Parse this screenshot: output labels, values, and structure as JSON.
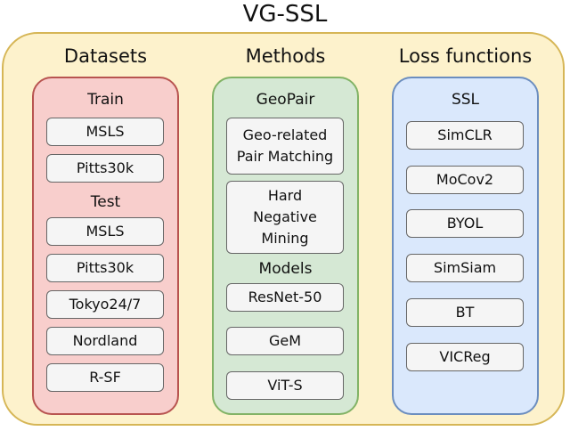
{
  "title": "VG-SSL",
  "columns": {
    "datasets": {
      "heading": "Datasets",
      "train_label": "Train",
      "train": [
        "MSLS",
        "Pitts30k"
      ],
      "test_label": "Test",
      "test": [
        "MSLS",
        "Pitts30k",
        "Tokyo24/7",
        "Nordland",
        "R-SF"
      ]
    },
    "methods": {
      "heading": "Methods",
      "geopair_label": "GeoPair",
      "geopair": [
        "Geo-related\nPair Matching",
        "Hard\nNegative\nMining"
      ],
      "models_label": "Models",
      "models": [
        "ResNet-50",
        "GeM",
        "ViT-S"
      ]
    },
    "loss": {
      "heading": "Loss functions",
      "ssl_label": "SSL",
      "ssl": [
        "SimCLR",
        "MoCov2",
        "BYOL",
        "SimSiam",
        "BT",
        "VICReg"
      ]
    }
  },
  "colors": {
    "outer_fill": "#fdf2cc",
    "outer_stroke": "#d6b656",
    "datasets_fill": "#f8cecc",
    "methods_fill": "#d5e8d4",
    "loss_fill": "#dae8fc",
    "box_fill": "#f5f5f5"
  }
}
